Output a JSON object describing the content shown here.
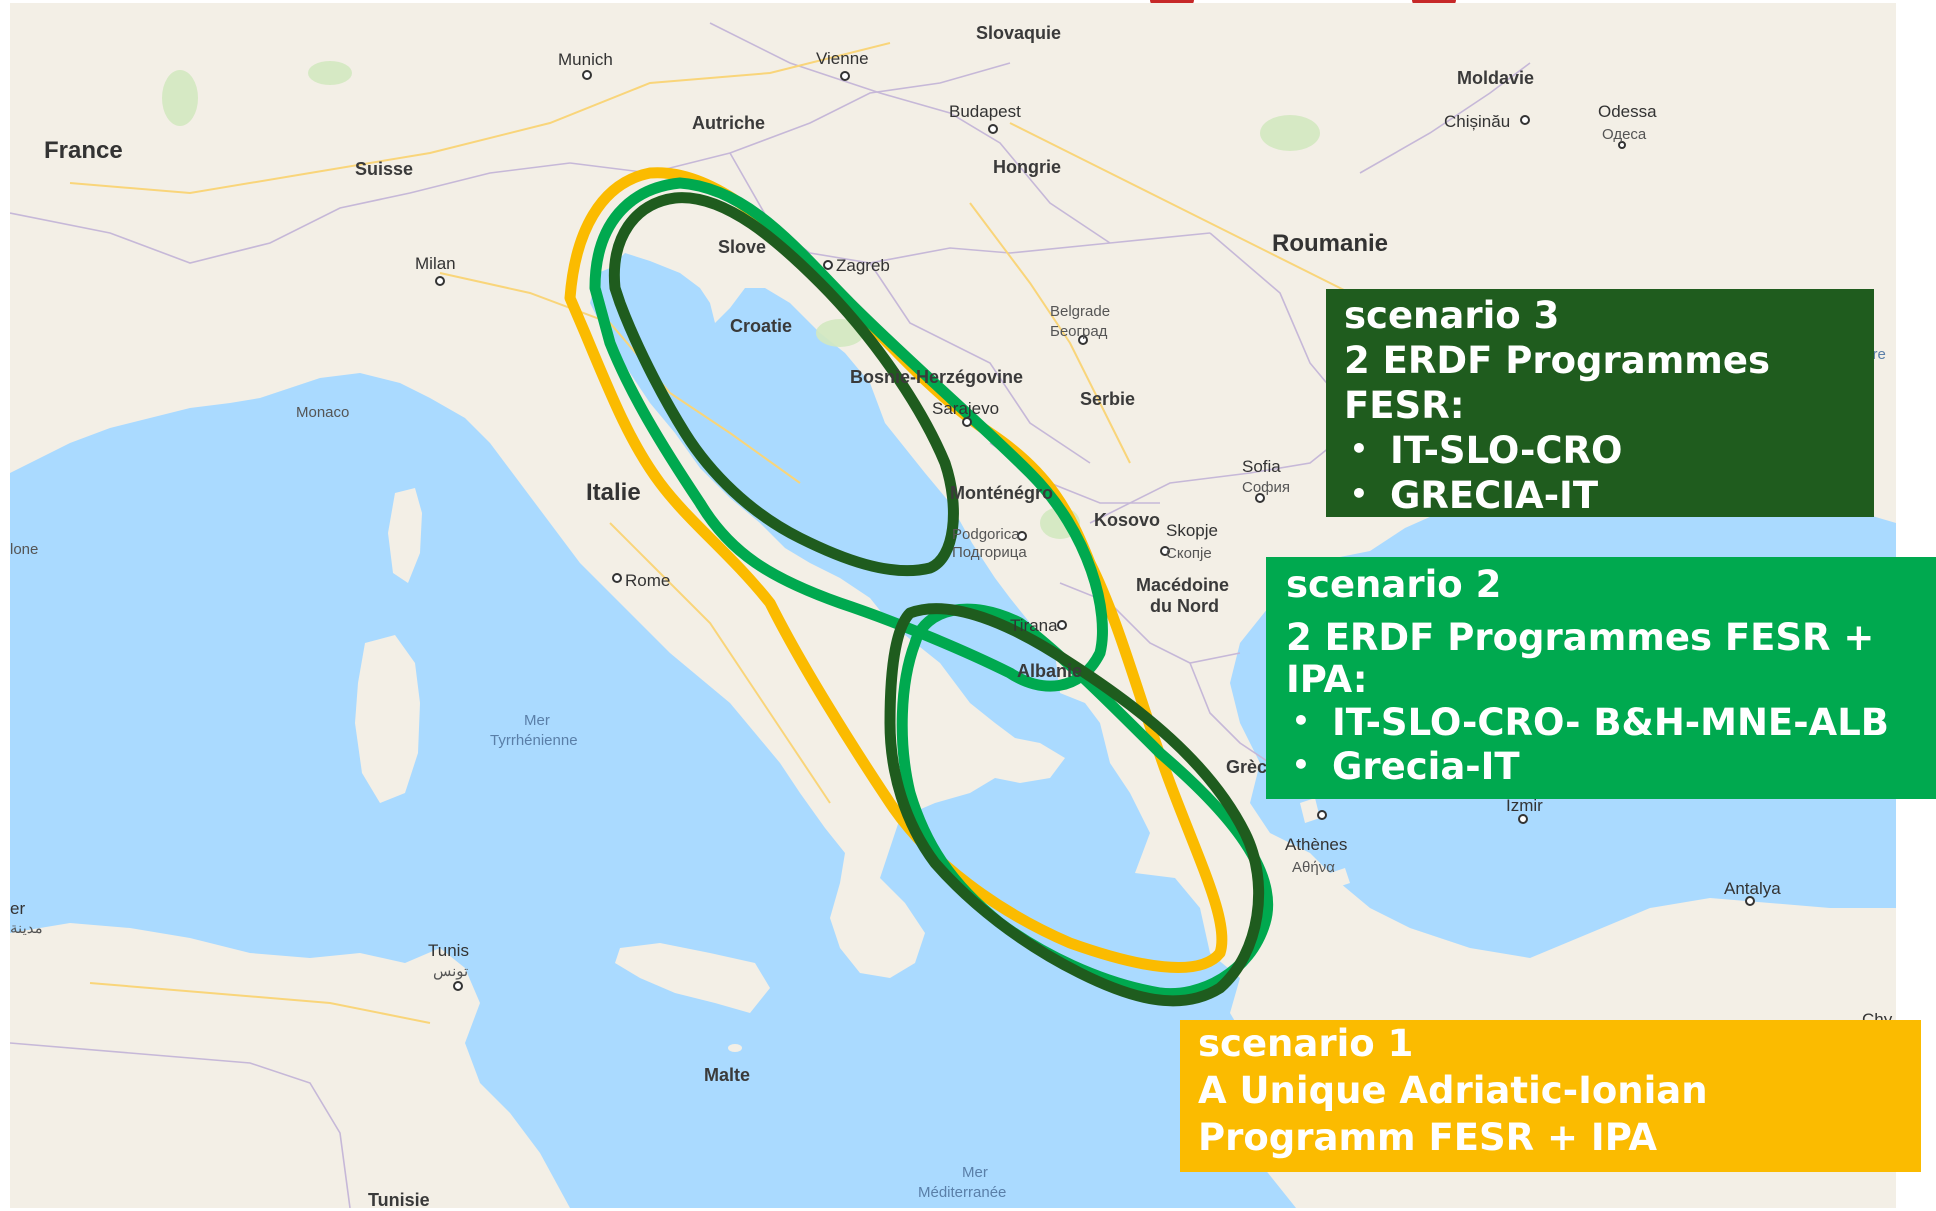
{
  "map": {
    "labels": {
      "slovaquie": "Slovaquie",
      "munich": "Munich",
      "vienne": "Vienne",
      "moldavie": "Moldavie",
      "odessa": "Odessa",
      "odessa_cyr": "Одеса",
      "chisinau": "Chișinău",
      "france": "France",
      "autriche": "Autriche",
      "budapest": "Budapest",
      "suisse": "Suisse",
      "hongrie": "Hongrie",
      "roumanie": "Roumanie",
      "milan": "Milan",
      "slove": "Slove",
      "zagreb": "Zagreb",
      "croatie": "Croatie",
      "belgrade": "Belgrade",
      "beograd": "Београд",
      "noire": "Noire",
      "monaco": "Monaco",
      "bosnie": "Bosnie-Herzégovine",
      "sarajevo": "Sarajevo",
      "serbie": "Serbie",
      "sofia": "Sofia",
      "sofia_cyr": "София",
      "montenegro": "Monténégro",
      "italie": "Italie",
      "kosovo": "Kosovo",
      "skopje": "Skopje",
      "skopje_cyr": "Скопје",
      "podgorica": "Podgorica",
      "podgorica_cyr": "Подгорица",
      "lone": "lone",
      "rome": "Rome",
      "macedoine1": "Macédoine",
      "macedoine2": "du Nord",
      "tirana": "Tirana",
      "albanie": "Albanie",
      "mer_tyr1": "Mer",
      "mer_tyr2": "Tyrrhénienne",
      "grece": "Grèce",
      "izmir": "İzmir",
      "athenes": "Athènes",
      "athina": "Αθήνα",
      "antalya": "Antalya",
      "er": "er",
      "madina": "مدينة",
      "tunis": "Tunis",
      "tunis_ar": "تونس",
      "malte": "Malte",
      "mer_med1": "Mer",
      "mer_med2": "Méditerranée",
      "tunisie": "Tunisie",
      "chy": "Chy"
    },
    "colors": {
      "sea": "#aadaff",
      "land": "#f3efe6",
      "border": "#c6b8d8",
      "road": "#f9d57a",
      "scenario1": "#fbbb00",
      "scenario2": "#00a94f",
      "scenario3": "#1f5c1e"
    }
  },
  "scenarios": {
    "scenario3": {
      "title": "scenario 3",
      "subtitle": "2 ERDF Programmes FESR:",
      "items": [
        "IT-SLO-CRO",
        "GRECIA-IT"
      ]
    },
    "scenario2": {
      "title": "scenario 2",
      "subtitle": "2 ERDF Programmes FESR + IPA:",
      "items": [
        "IT-SLO-CRO- B&H-MNE-ALB",
        "Grecia-IT"
      ]
    },
    "scenario1": {
      "title": "scenario 1",
      "subtitle": "A Unique Adriatic-Ionian Programm FESR + IPA"
    }
  }
}
